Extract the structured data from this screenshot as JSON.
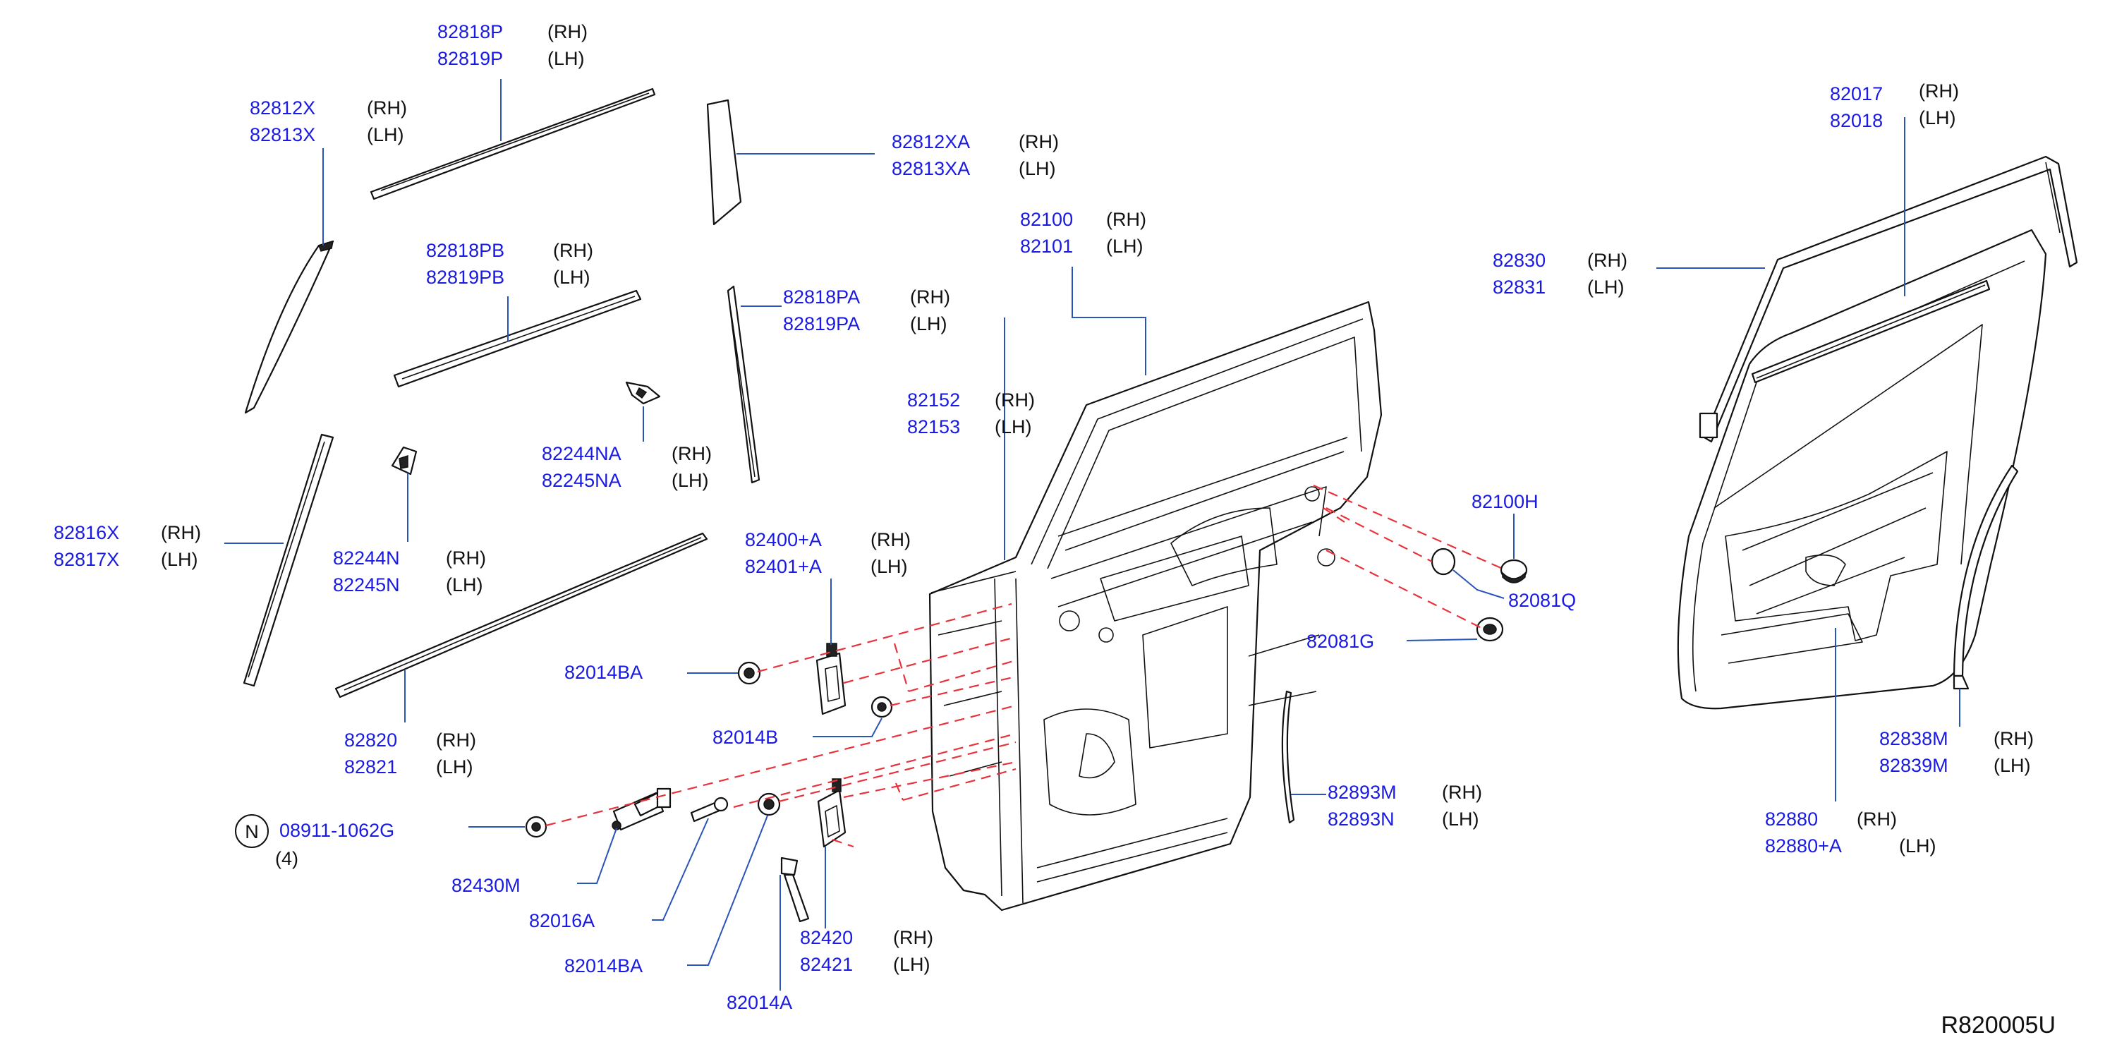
{
  "colors": {
    "part_number": "#1a1ae6",
    "side_text": "#111111",
    "leader": "#2a54b8",
    "dashed_line": "#e8323c"
  },
  "labels": {
    "l_82818P": {
      "a": "82818P",
      "b": "82819P",
      "ra": "(RH)",
      "rb": "(LH)"
    },
    "l_82812X": {
      "a": "82812X",
      "b": "82813X",
      "ra": "(RH)",
      "rb": "(LH)"
    },
    "l_82812XA": {
      "a": "82812XA",
      "b": "82813XA",
      "ra": "(RH)",
      "rb": "(LH)"
    },
    "l_82818PB": {
      "a": "82818PB",
      "b": "82819PB",
      "ra": "(RH)",
      "rb": "(LH)"
    },
    "l_82818PA": {
      "a": "82818PA",
      "b": "82819PA",
      "ra": "(RH)",
      "rb": "(LH)"
    },
    "l_82100": {
      "a": "82100",
      "b": "82101",
      "ra": "(RH)",
      "rb": "(LH)"
    },
    "l_82152": {
      "a": "82152",
      "b": "82153",
      "ra": "(RH)",
      "rb": "(LH)"
    },
    "l_82244NA": {
      "a": "82244NA",
      "b": "82245NA",
      "ra": "(RH)",
      "rb": "(LH)"
    },
    "l_82244N": {
      "a": "82244N",
      "b": "82245N",
      "ra": "(RH)",
      "rb": "(LH)"
    },
    "l_82816X": {
      "a": "82816X",
      "b": "82817X",
      "ra": "(RH)",
      "rb": "(LH)"
    },
    "l_82400A": {
      "a": "82400+A",
      "b": "82401+A",
      "ra": "(RH)",
      "rb": "(LH)"
    },
    "l_82820": {
      "a": "82820",
      "b": "82821",
      "ra": "(RH)",
      "rb": "(LH)"
    },
    "l_82420": {
      "a": "82420",
      "b": "82421",
      "ra": "(RH)",
      "rb": "(LH)"
    },
    "l_82893": {
      "a": "82893M",
      "b": "82893N",
      "ra": "(RH)",
      "rb": "(LH)"
    },
    "l_82017": {
      "a": "82017",
      "b": "82018",
      "ra": "(RH)",
      "rb": "(LH)"
    },
    "l_82830": {
      "a": "82830",
      "b": "82831",
      "ra": "(RH)",
      "rb": "(LH)"
    },
    "l_82838M": {
      "a": "82838M",
      "b": "82839M",
      "ra": "(RH)",
      "rb": "(LH)"
    },
    "l_82880": {
      "a": "82880",
      "b": "82880+A",
      "ra": "(RH)",
      "rb": "(LH)"
    }
  },
  "singles": {
    "s_82014BA_1": "82014BA",
    "s_82014B": "82014B",
    "s_08911": "08911-1062G",
    "s_qty": "(4)",
    "s_n_badge": "N",
    "s_82430M": "82430M",
    "s_82016A": "82016A",
    "s_82014BA_2": "82014BA",
    "s_82014A": "82014A",
    "s_82100H": "82100H",
    "s_82081Q": "82081Q",
    "s_82081G": "82081G"
  },
  "reference_code": "R820005U"
}
